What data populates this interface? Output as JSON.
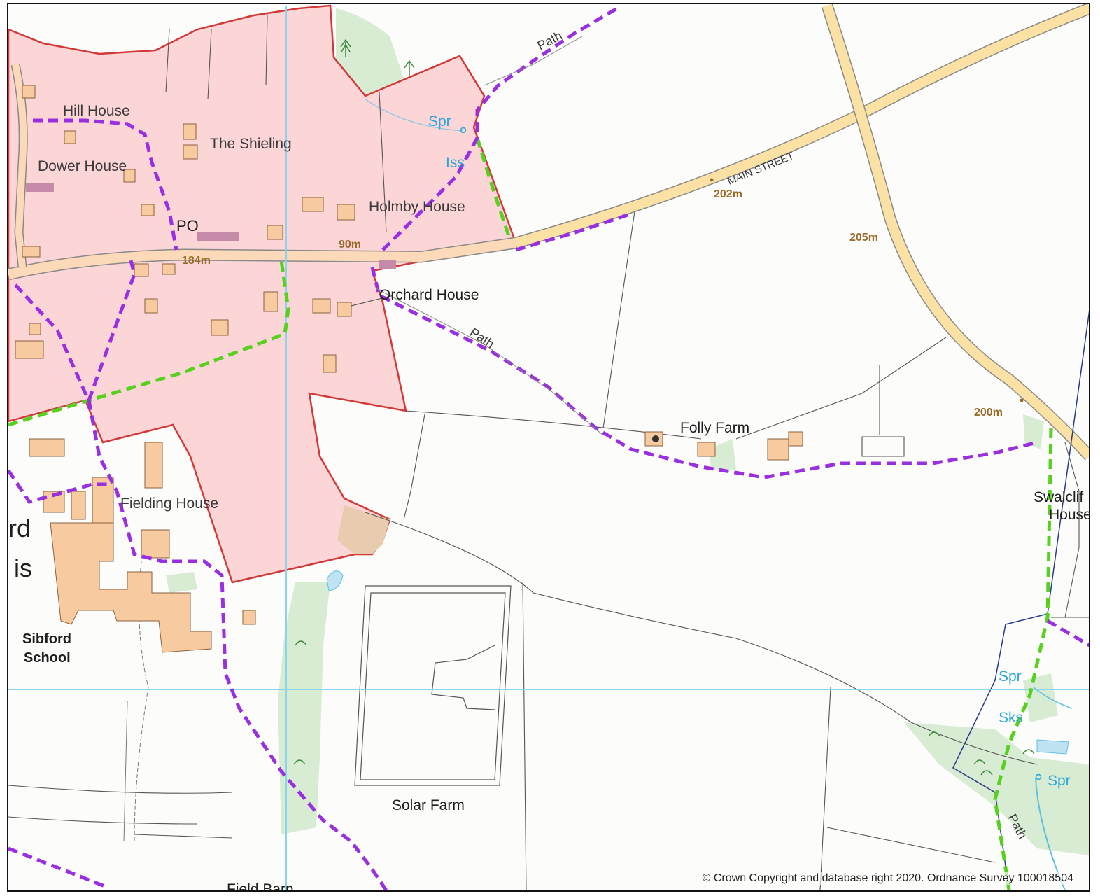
{
  "map": {
    "place_labels": {
      "hill_house": "Hill House",
      "the_shieling": "The Shieling",
      "dower_house": "Dower House",
      "holmby_house": "Holmby House",
      "po": "PO",
      "orchard_house": "Orchard House",
      "folly_farm": "Folly Farm",
      "fielding_house": "Fielding House",
      "swalcliffe_house_1": "Swalclif",
      "swalcliffe_house_2": "House",
      "sibford_school_1": "Sibford",
      "sibford_school_2": "School",
      "solar_farm": "Solar Farm",
      "field_barn": "Field Barn",
      "partial_rd": "rd",
      "partial_is": "is"
    },
    "water_labels": {
      "spr_top": "Spr",
      "iss": "Iss",
      "spr_right_1": "Spr",
      "sks": "Sks",
      "spr_right_2": "Spr"
    },
    "road_labels": {
      "main_street": "MAIN STREET",
      "path_top": "Path",
      "path_middle": "Path",
      "path_right": "Path"
    },
    "spot_heights": {
      "h1": "184m",
      "h2": "90m",
      "h3": "202m",
      "h4": "205m",
      "h5": "200m"
    },
    "colors": {
      "boundary_fill": "#fcd6d6",
      "boundary_line": "#d23a3a",
      "bridleway": "#9a2fe0",
      "footpath": "#58d020",
      "road_fill": "#fbe2a4",
      "minor_road": "#fbd9b9",
      "woodland": "#d7ecd3",
      "building": "#f7caa0",
      "water": "#5fc0e0"
    },
    "copyright": "© Crown Copyright and database right 2020. Ordnance Survey 100018504"
  }
}
